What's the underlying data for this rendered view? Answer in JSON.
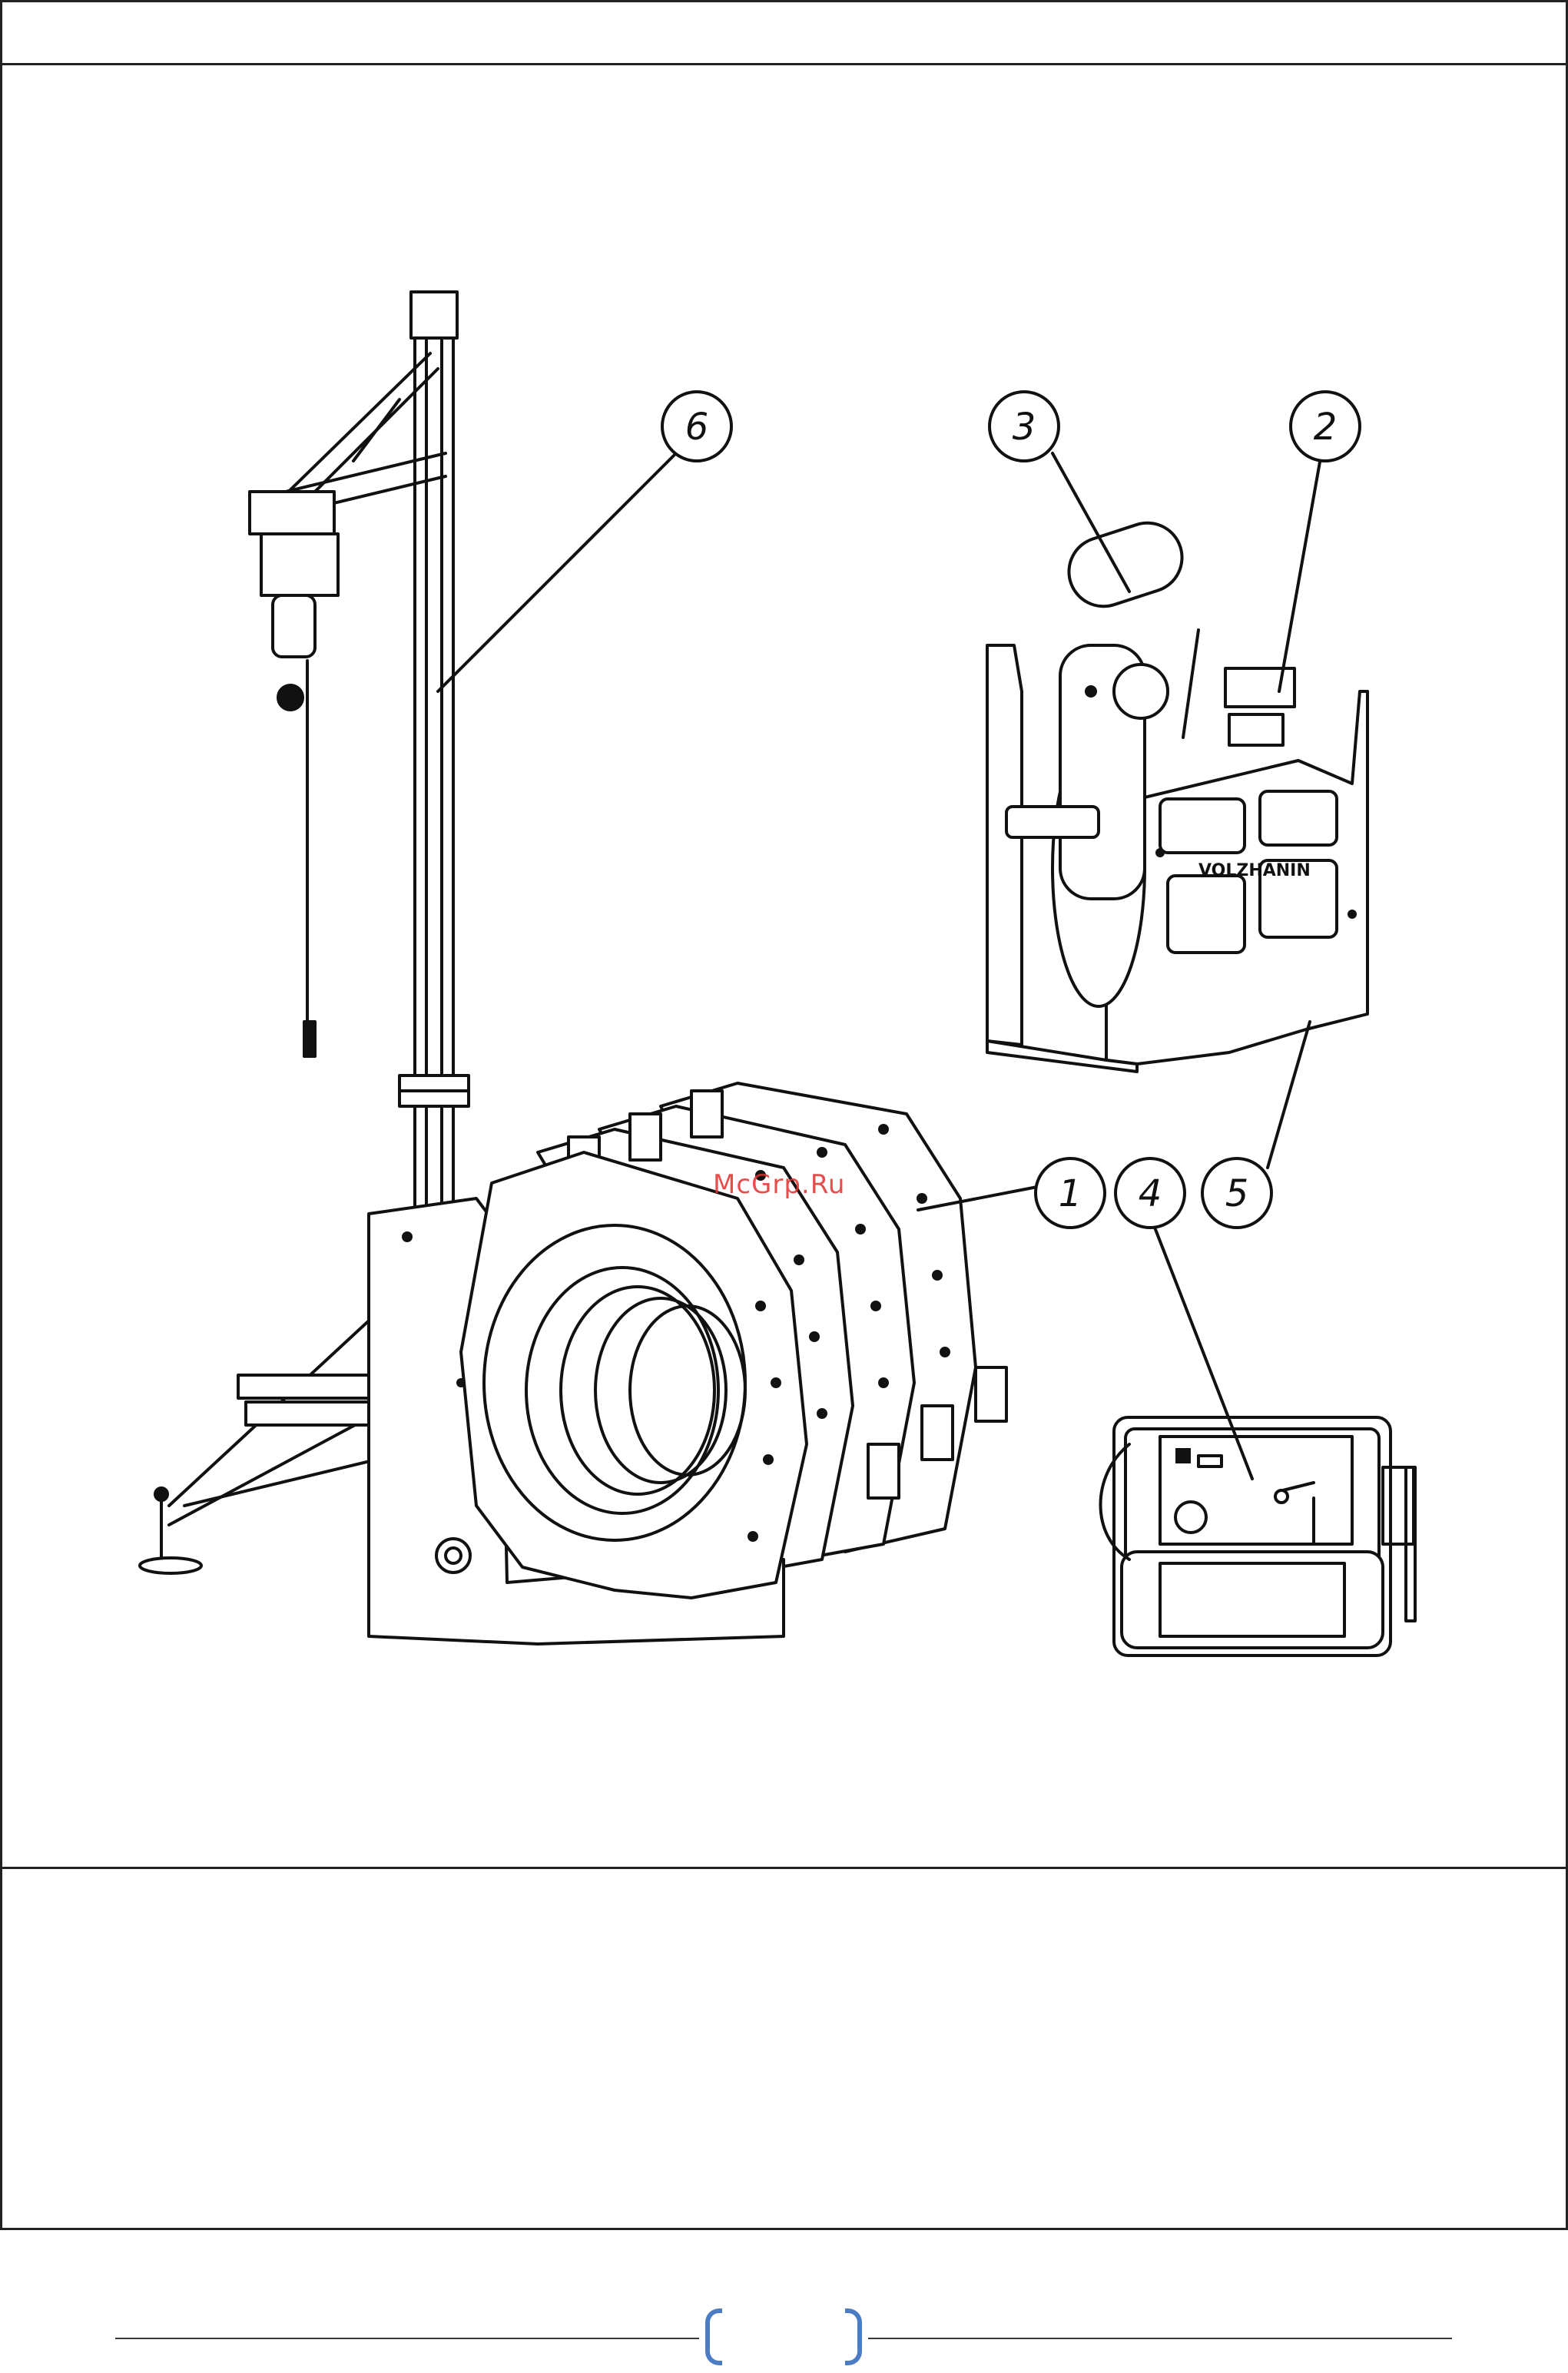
{
  "figure": {
    "callouts": [
      {
        "id": "callout-1",
        "label": "1"
      },
      {
        "id": "callout-2",
        "label": "2"
      },
      {
        "id": "callout-3",
        "label": "3"
      },
      {
        "id": "callout-4",
        "label": "4"
      },
      {
        "id": "callout-5",
        "label": "5"
      },
      {
        "id": "callout-6",
        "label": "6"
      }
    ],
    "brand_text": "VOLZHANIN",
    "watermark": "McGrp.Ru"
  },
  "colors": {
    "line": "#111111",
    "watermark": "#e0312f",
    "footer_brace": "#4c7cc4"
  }
}
